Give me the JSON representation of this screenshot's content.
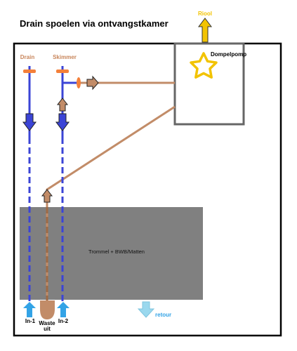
{
  "title": "Drain spoelen via ontvangstkamer",
  "labels": {
    "riool": "Riool",
    "dompelpomp": "Dompelpomp",
    "drain": "Drain",
    "skimmer": "Skimmer",
    "box": "Trommel + BWB/Matten",
    "retour": "retour",
    "in1": "In-1",
    "in2": "In-2",
    "waste_line1": "Waste",
    "waste_line2": "uit"
  },
  "colors": {
    "blue_pipe": "#3b44d6",
    "brown_pipe": "#c28c68",
    "orange_valve": "#f4803a",
    "drain_label": "#c8855a",
    "skimmer_label": "#c8855a",
    "riool": "#f2c300",
    "star": "#f2c300",
    "box_fill": "#808080",
    "inlet_arrow": "#33a3e6",
    "retour_arrow": "#9ad8ee",
    "retour_text": "#33a3e6"
  }
}
